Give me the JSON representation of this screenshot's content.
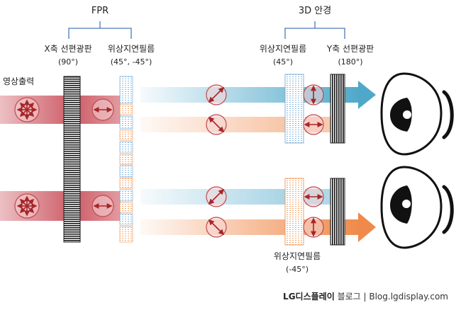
{
  "groups": {
    "fpr": "FPR",
    "glasses_3d": "3D 안경"
  },
  "labels": {
    "x_polarizer": "X축 선편광판",
    "x_polarizer_angle": "(90°)",
    "retarder_film_left": "위상지연필름",
    "retarder_film_left_angle": "(45°, -45°)",
    "video_output": "영상출력",
    "retarder_top_right": "위상지연필름",
    "retarder_top_right_angle": "(45°)",
    "y_polarizer": "Y축 선편광판",
    "y_polarizer_angle": "(180°)",
    "retarder_bottom_right": "위상지연필름",
    "retarder_bottom_right_angle": "(-45°)"
  },
  "footer": {
    "brand": "LG디스플레이",
    "blog": " 블로그 | Blog.lgdisplay.com"
  },
  "colors": {
    "red_beam": "#c84a55",
    "blue_beam": "#4fa8c9",
    "orange_beam": "#f08a4b",
    "arrow_red": "#a6262a",
    "polarizer_dark": "#1a1a1a",
    "film_blue": "#8ab9df",
    "film_orange": "#f4a66c",
    "bracket": "#4a7ab8"
  }
}
